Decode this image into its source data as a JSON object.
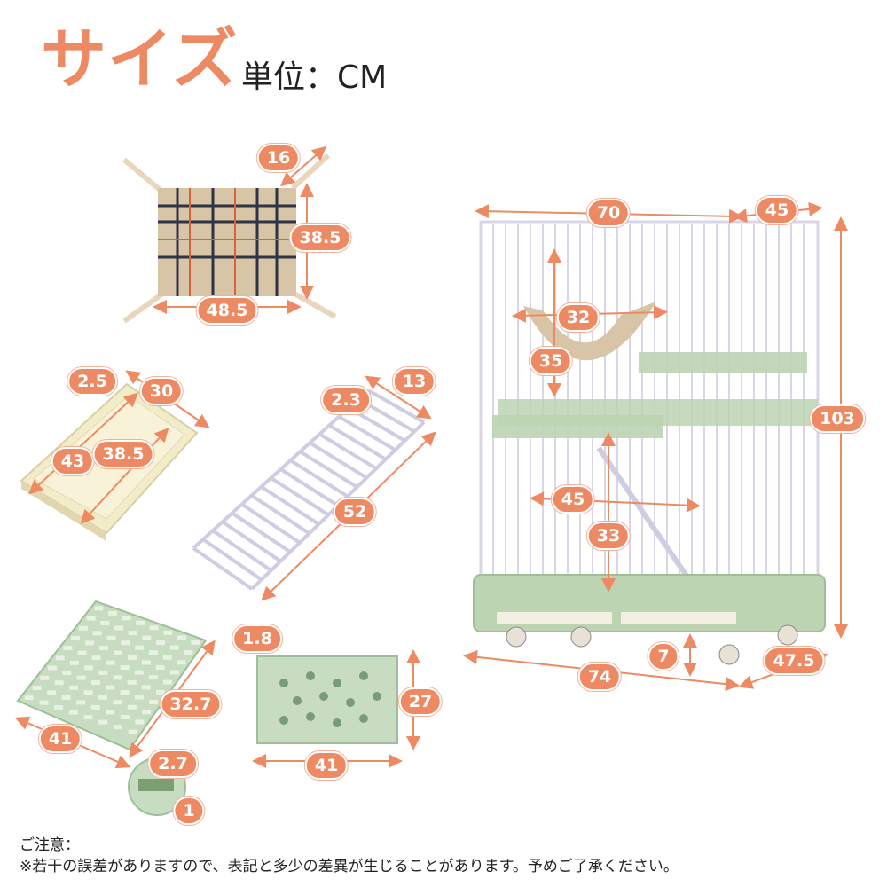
{
  "header": {
    "title": "サイズ",
    "unit": "単位：CM"
  },
  "dimensions": {
    "hammock_strap": "16",
    "hammock_height": "38.5",
    "hammock_width": "48.5",
    "tray_thickness": "2.5",
    "tray_short": "30",
    "tray_long": "43",
    "tray_inner": "38.5",
    "ladder_thickness": "2.3",
    "ladder_width": "13",
    "ladder_length": "52",
    "grid_long": "32.7",
    "grid_short": "41",
    "grid_thickness": "2.7",
    "grid_rib": "1",
    "shelf_thickness": "1.8",
    "shelf_height": "27",
    "shelf_width": "41",
    "cage_width_top": "70",
    "cage_depth_top": "45",
    "cage_height": "103",
    "hammock_inner_width": "32",
    "hammock_inner_height": "35",
    "inner_width": "45",
    "inner_height": "33",
    "wheel_height": "7",
    "base_width": "74",
    "base_depth": "47.5"
  },
  "colors": {
    "accent": "#ee8a63",
    "cage_green": "#b9d3b0",
    "wire": "#d9d6e6",
    "tray": "#f2ecc8"
  },
  "notes": {
    "line1": "ご注意：",
    "line2": "※若干の誤差がありますので、表記と多少の差異が生じることがあります。予めご了承ください。"
  }
}
